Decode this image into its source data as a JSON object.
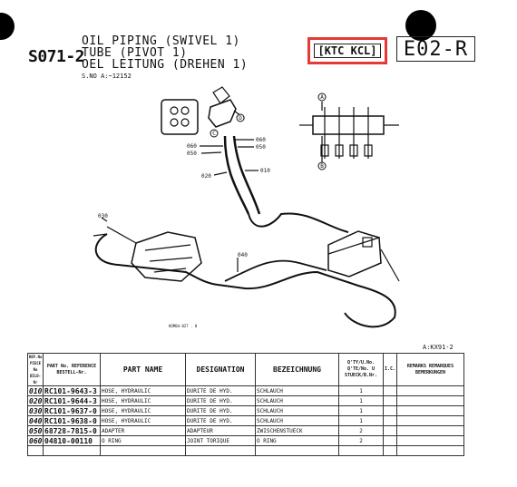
{
  "header": {
    "section_code": "S071-2",
    "title_lines": [
      "OIL PIPING (SWIVEL 1)",
      "TUBE (PIVOT 1)",
      "OEL LEITUNG (DREHEN 1)"
    ],
    "serial_note": "S.NO A:~12152",
    "highlight_label": "[KTC KCL]",
    "model_code": "E02-R"
  },
  "figure": {
    "callouts": [
      "060",
      "050",
      "060",
      "050",
      "020",
      "010",
      "030",
      "040"
    ],
    "circle_labels": [
      "A",
      "B",
      "C",
      "D"
    ],
    "figure_ref": "KOM04-027 . 0",
    "ref_code": "A:KX91-2"
  },
  "table": {
    "headers": {
      "item": "REF.No PIECE No BILD-Nr",
      "partno": "PART No. REFERENCE BESTELL-Nr.",
      "partname": "PART NAME",
      "designation": "DESIGNATION",
      "bezeichnung": "BEZEICHNUNG",
      "qty": "Q'TY/U.No. Q'TE/No. U STUECK/B.Nr.",
      "ic": "I.C.",
      "remarks": "REMARKS REMARQUES BEMERKUNGEN"
    },
    "rows": [
      {
        "item": "010",
        "partno": "RC101-9643-3",
        "name": "HOSE, HYDRAULIC",
        "designation": "DURITE DE HYD.",
        "bezeichnung": "SCHLAUCH",
        "qty": "1"
      },
      {
        "item": "020",
        "partno": "RC101-9644-3",
        "name": "HOSE, HYDRAULIC",
        "designation": "DURITE DE HYD.",
        "bezeichnung": "SCHLAUCH",
        "qty": "1"
      },
      {
        "item": "030",
        "partno": "RC101-9637-0",
        "name": "HOSE, HYDRAULIC",
        "designation": "DURITE DE HYD.",
        "bezeichnung": "SCHLAUCH",
        "qty": "1"
      },
      {
        "item": "040",
        "partno": "RC101-9638-0",
        "name": "HOSE, HYDRAULIC",
        "designation": "DURITE DE HYD.",
        "bezeichnung": "SCHLAUCH",
        "qty": "1"
      },
      {
        "item": "050",
        "partno": "68728-7815-0",
        "name": "ADAPTER",
        "designation": "ADAPTEUR",
        "bezeichnung": "ZWISCHENSTUECK",
        "qty": "2"
      },
      {
        "item": "060",
        "partno": "04810-00110",
        "name": "O RING",
        "designation": "JOINT TORIQUE",
        "bezeichnung": "O RING",
        "qty": "2"
      }
    ]
  }
}
